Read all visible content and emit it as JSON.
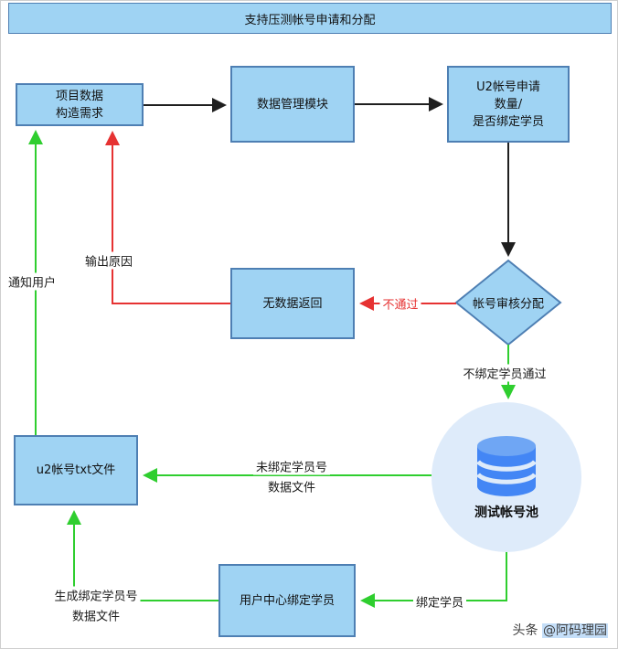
{
  "title": "支持压测帐号申请和分配",
  "nodes": {
    "project": {
      "lines": [
        "项目数据",
        "构造需求"
      ]
    },
    "data_mgmt": {
      "label": "数据管理模块"
    },
    "u2_apply": {
      "lines": [
        "U2帐号申请",
        "数量/",
        "是否绑定学员"
      ]
    },
    "review": {
      "label": "帐号审核分配"
    },
    "no_data": {
      "label": "无数据返回"
    },
    "txt_file": {
      "label": "u2帐号txt文件"
    },
    "bind_center": {
      "label": "用户中心绑定学员"
    },
    "account_pool": {
      "label": "测试帐号池",
      "icon": "database-icon"
    }
  },
  "edge_labels": {
    "notify_user": "通知用户",
    "output_reason": "输出原因",
    "not_pass": "不通过",
    "unbound_pass": "不绑定学员通过",
    "unbound_file": [
      "未绑定学员号",
      "数据文件"
    ],
    "bind_student": "绑定学员",
    "gen_file": [
      "生成绑定学员号",
      "数据文件"
    ]
  },
  "watermark": {
    "source": "头条 ",
    "name": "@阿码理园"
  },
  "colors": {
    "node_fill": "#9FD3F3",
    "node_border": "#4E7FB3",
    "arrow_black": "#1F1F1F",
    "arrow_red": "#E63232",
    "arrow_green": "#2FCE2F",
    "pool_bg": "#DEEBFA",
    "db_blue": "#4386F5",
    "db_blue_light": "#6FA6F4"
  }
}
